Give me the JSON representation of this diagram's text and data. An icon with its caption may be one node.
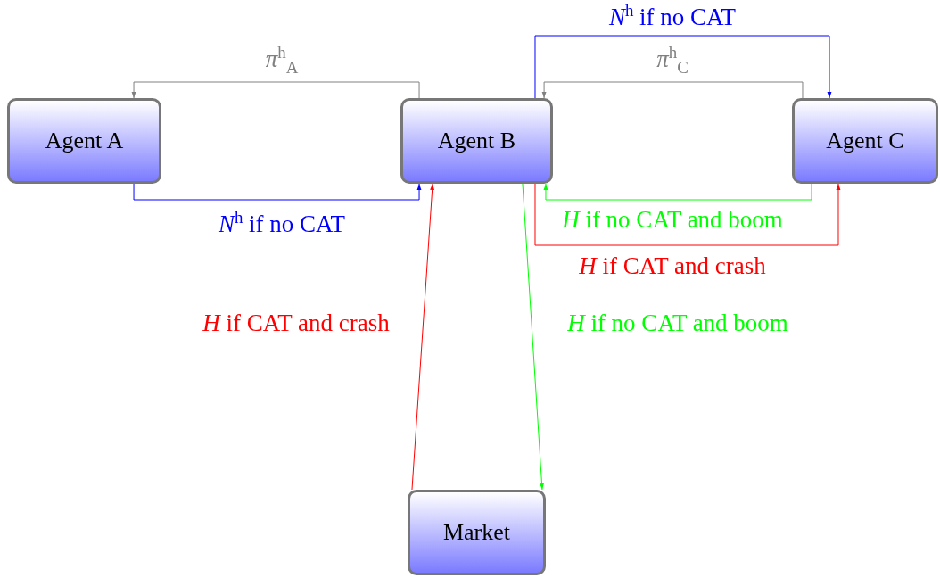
{
  "diagram": {
    "nodes": [
      {
        "text": [
          "Agent A"
        ]
      },
      {
        "text": [
          "Agent B"
        ]
      },
      {
        "text": [
          "Agent C"
        ]
      },
      {
        "text": [
          "Market"
        ]
      }
    ],
    "edges": [
      {
        "from": 1,
        "to": 0,
        "arrow": "to",
        "label": "*π*$^{h}$$_{A}$",
        "color": "#808080"
      },
      {
        "from": 0,
        "to": 1,
        "arrow": "to",
        "label": "*N*$^{h}$ if no CAT",
        "color": "#0000ff"
      },
      {
        "from": 1,
        "to": 2,
        "arrow": "to",
        "label": "*N*$^{h}$ if no CAT",
        "color": "#0000ff"
      },
      {
        "from": 2,
        "to": 1,
        "arrow": "to",
        "label": "*π*$^{h}$$_{C}$",
        "color": "#808080"
      },
      {
        "from": 2,
        "to": 1,
        "arrow": "to",
        "label": "*H* if no CAT and boom",
        "color": "#00ff00"
      },
      {
        "from": 1,
        "to": 2,
        "arrow": "to",
        "label": "*H* if CAT and crash",
        "color": "#ff0000"
      },
      {
        "from": 3,
        "to": 1,
        "arrow": "to",
        "label": "*H* if CAT and crash",
        "color": "#ff0000"
      },
      {
        "from": 1,
        "to": 3,
        "arrow": "to",
        "label": "*H* if no CAT and boom",
        "color": "#00ff00"
      }
    ]
  }
}
